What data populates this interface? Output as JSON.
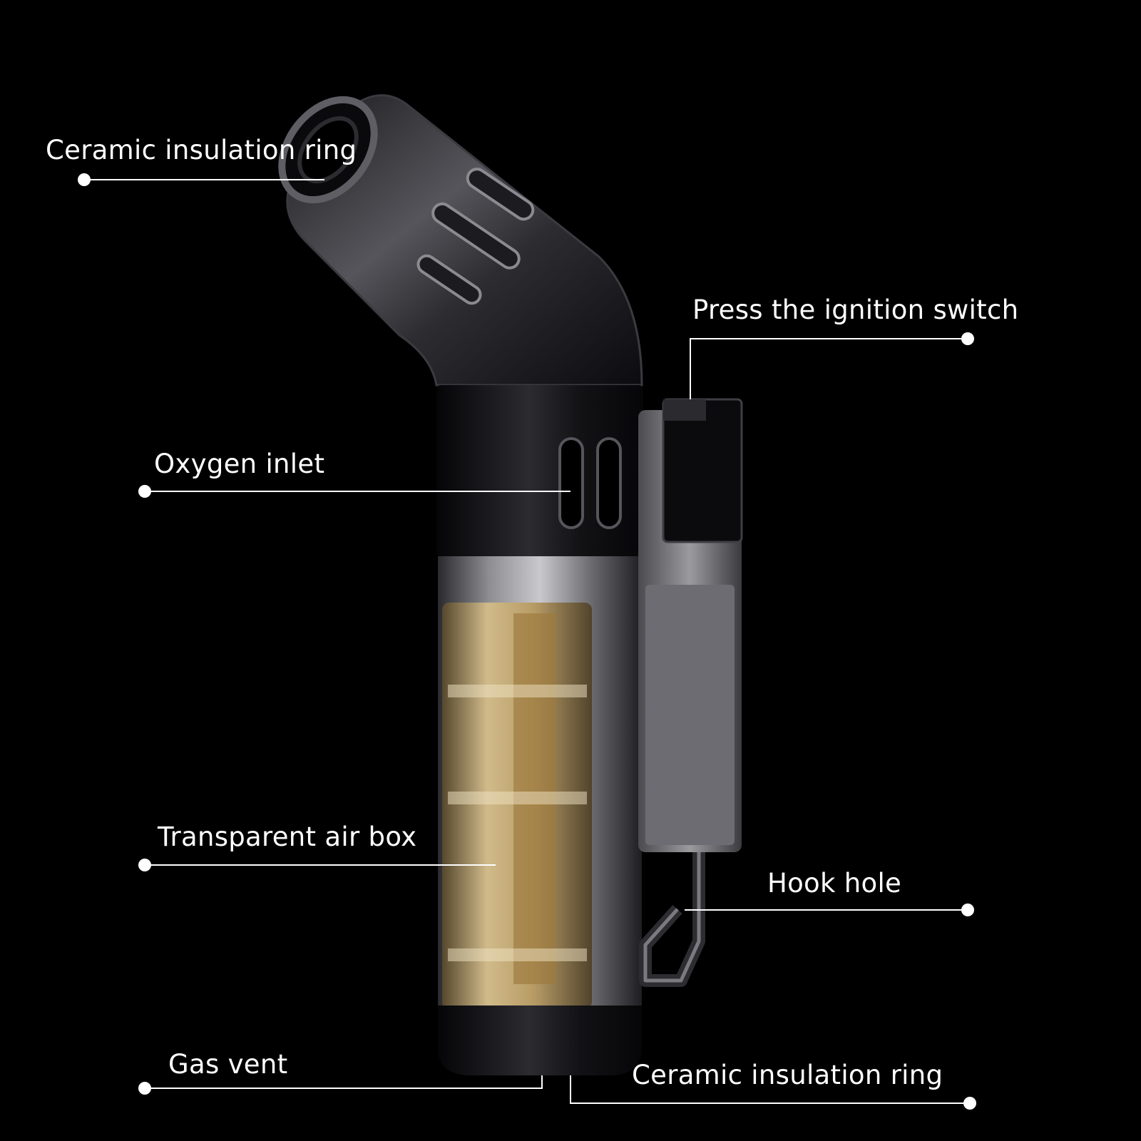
{
  "colors": {
    "background": "#000000",
    "label_text": "#ffffff",
    "leader_line": "#ffffff",
    "body_metal": "#7a7a7e",
    "body_dark": "#111114",
    "fuel_tint": "#d9b36a"
  },
  "callouts": [
    {
      "id": "ceramic-top",
      "label": "Ceramic insulation ring"
    },
    {
      "id": "ignition",
      "label": "Press the ignition switch"
    },
    {
      "id": "oxygen",
      "label": "Oxygen inlet"
    },
    {
      "id": "airbox",
      "label": "Transparent air box"
    },
    {
      "id": "hook",
      "label": "Hook hole"
    },
    {
      "id": "gasvent",
      "label": "Gas vent"
    },
    {
      "id": "ceramic-bottom",
      "label": "Ceramic insulation ring"
    }
  ]
}
